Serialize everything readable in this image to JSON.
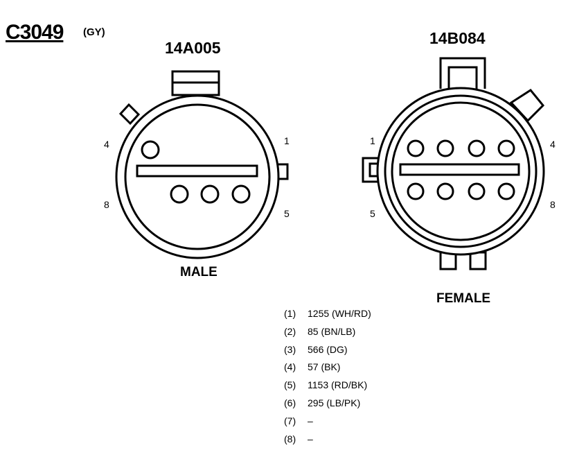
{
  "connector": {
    "id": "C3049",
    "color": "(GY)"
  },
  "male": {
    "part_no": "14A005",
    "gender_label": "MALE",
    "pin_labels": {
      "top_left": "4",
      "bottom_left": "8",
      "top_right": "1",
      "bottom_right": "5"
    }
  },
  "female": {
    "part_no": "14B084",
    "gender_label": "FEMALE",
    "pin_labels": {
      "top_left": "1",
      "bottom_left": "5",
      "top_right": "4",
      "bottom_right": "8"
    }
  },
  "pins": [
    {
      "num": "(1)",
      "circuit": "1255 (WH/RD)"
    },
    {
      "num": "(2)",
      "circuit": "85 (BN/LB)"
    },
    {
      "num": "(3)",
      "circuit": "566 (DG)"
    },
    {
      "num": "(4)",
      "circuit": "57 (BK)"
    },
    {
      "num": "(5)",
      "circuit": "1153 (RD/BK)"
    },
    {
      "num": "(6)",
      "circuit": "295 (LB/PK)"
    },
    {
      "num": "(7)",
      "circuit": "–"
    },
    {
      "num": "(8)",
      "circuit": "–"
    }
  ]
}
